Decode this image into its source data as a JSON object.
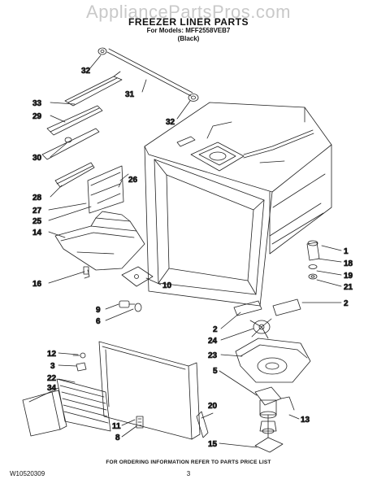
{
  "watermark": "AppliancePartsPros.com",
  "header": {
    "title": "FREEZER LINER PARTS",
    "models_line": "For Models: MFF2558VEB7",
    "color_line": "(Black)"
  },
  "callouts": [
    "32",
    "31",
    "32",
    "33",
    "29",
    "30",
    "26",
    "28",
    "27",
    "25",
    "14",
    "16",
    "10",
    "1",
    "18",
    "19",
    "21",
    "9",
    "6",
    "2",
    "2",
    "24",
    "23",
    "12",
    "3",
    "22",
    "34",
    "5",
    "20",
    "11",
    "8",
    "15",
    "13"
  ],
  "footer": {
    "ordering_note": "FOR ORDERING INFORMATION REFER TO PARTS PRICE LIST",
    "doc_id": "W10520309",
    "page_number": "3"
  }
}
